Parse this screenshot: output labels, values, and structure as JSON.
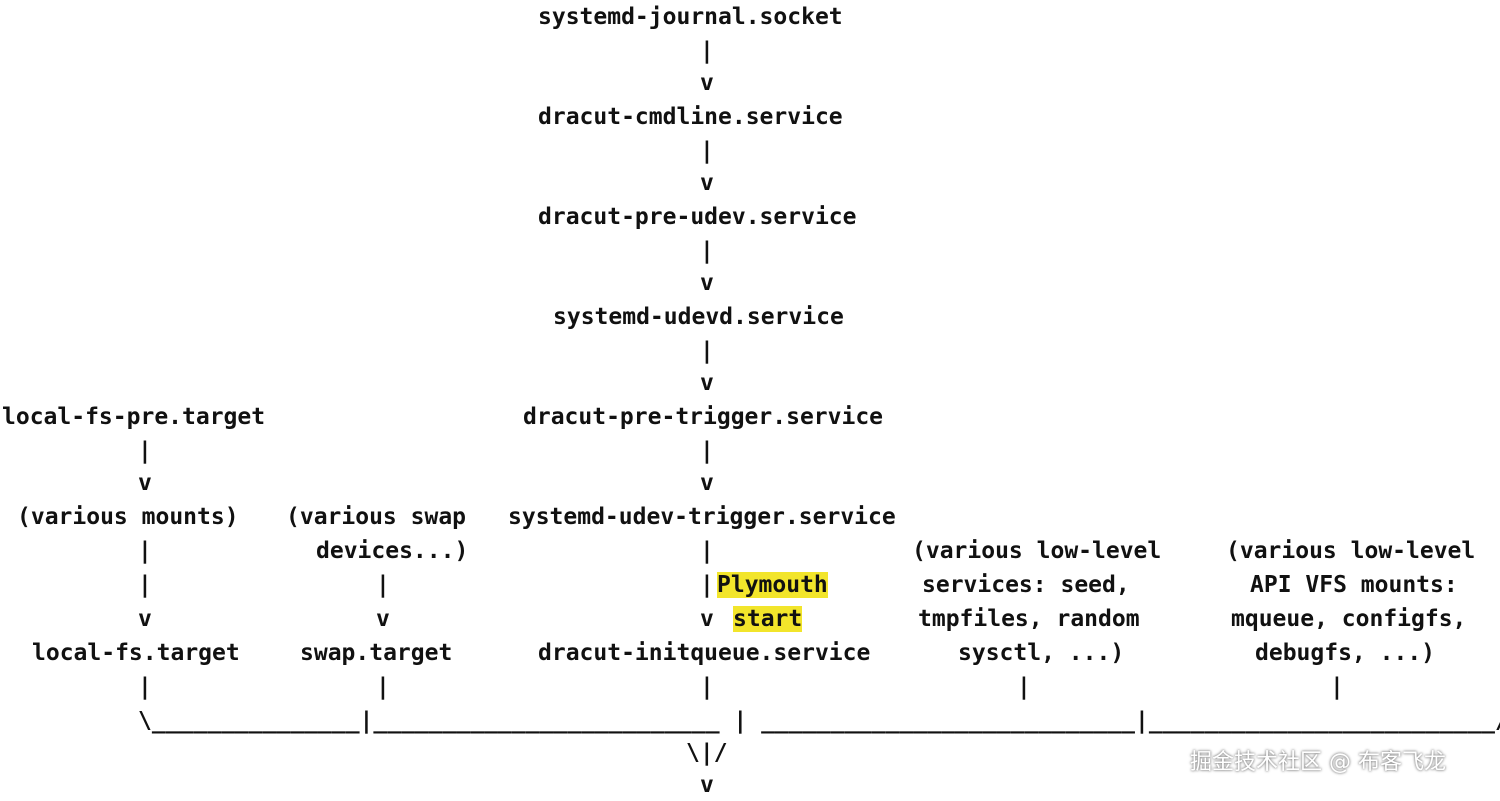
{
  "diagram": {
    "lines": [
      "                                    systemd-journal.socket",
      "                                               |",
      "                                               v",
      "                                    dracut-cmdline.service",
      "                                               |",
      "                                               v",
      "                                    dracut-pre-udev.service",
      "                                               |",
      "                                               v",
      "                                     systemd-udevd.service",
      "                                               |",
      "                                               v",
      "local-fs-pre.target                 dracut-pre-trigger.service",
      "         |                                     |",
      "         v                                     v",
      " (various mounts)  (various swap    systemd-udev-trigger.service",
      "         |          devices...)                |           (various low-level            (various low-level",
      "         |                |                    |Plymouth   services: seed,               API VFS mounts:",
      "         v                v                    v start     tmpfiles, random              mqueue, configfs,",
      "  local-fs.target    swap.target        dracut-initqueue.service  sysctl, ...)                 debugfs, ...)",
      "         |                |                    |                   |                         |",
      "         \\________________|____________________|___________________|_________________________/",
      "                                              \\|/",
      "                                               v"
    ],
    "highlight": {
      "line1": "Plymouth",
      "line2": "start",
      "color": "#f2e52b"
    }
  },
  "watermark": "掘金技术社区 @ 布客飞龙"
}
